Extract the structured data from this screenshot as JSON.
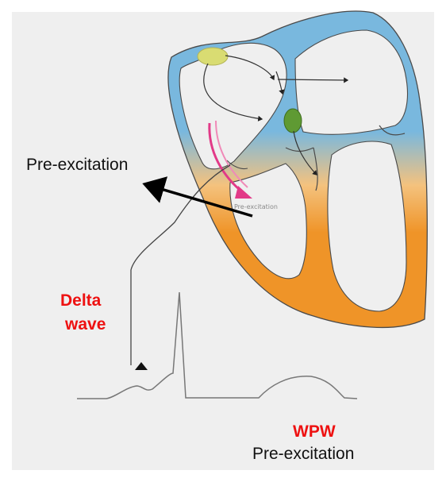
{
  "labels": {
    "pre_excitation_left": "Pre-excitation",
    "delta_wave_line1": "Delta",
    "delta_wave_line2": "wave",
    "wpw": "WPW",
    "pre_excitation_bottom": "Pre-excitation",
    "heart_inner_label": "Pre-excitation"
  },
  "colors": {
    "panel_background": "#efefef",
    "atria_blue": "#79b8de",
    "ventricle_orange": "#ef9428",
    "heart_outline": "#4a4a4a",
    "sa_node": "#d9dc72",
    "av_node": "#5f9a33",
    "accessory_pathway_arrow": "#e23a88",
    "emphasis_red": "#ee1111",
    "ecg_trace": "#777777",
    "arrow_black": "#000000"
  }
}
